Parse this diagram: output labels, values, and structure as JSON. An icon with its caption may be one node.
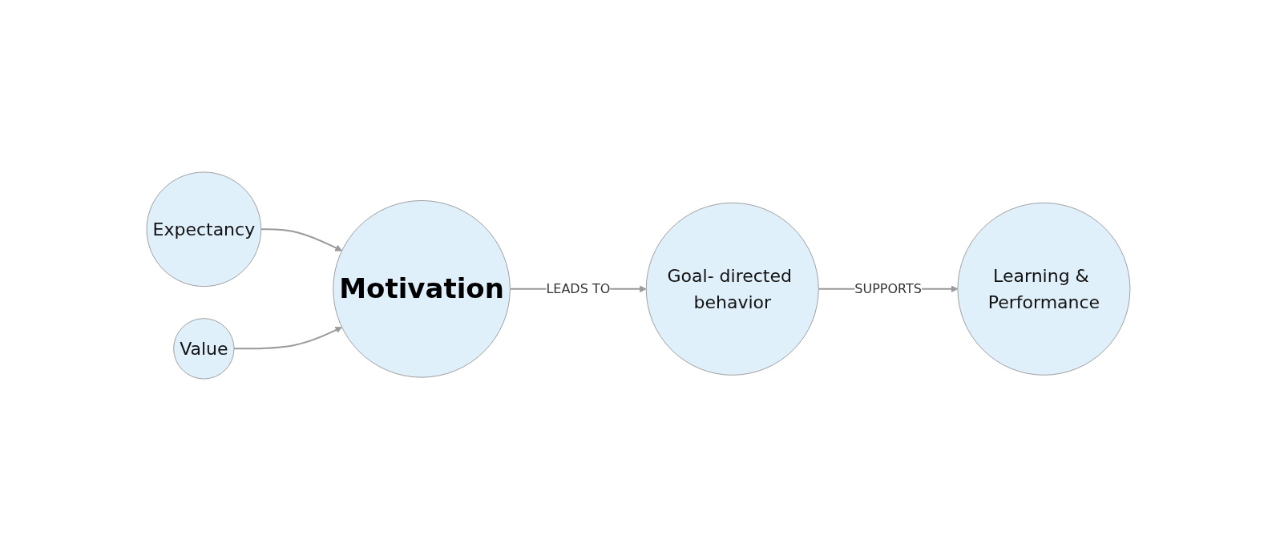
{
  "diagram": {
    "nodes": [
      {
        "text": [
          "Motivation"
        ]
      },
      {
        "text": [
          "Goal- directed behavior"
        ]
      },
      {
        "text": [
          "Learning & Performance"
        ]
      },
      {
        "text": [
          "Expectancy"
        ]
      },
      {
        "text": [
          "Value"
        ]
      }
    ],
    "edges": [
      {
        "from": 0,
        "to": 1,
        "arrow": "to",
        "label": "LEADS TO"
      },
      {
        "from": 1,
        "to": 2,
        "arrow": "to",
        "label": "SUPPORTS"
      },
      {
        "from": 3,
        "to": 0,
        "arrow": "to"
      },
      {
        "from": 4,
        "to": 0,
        "arrow": "to"
      }
    ]
  }
}
